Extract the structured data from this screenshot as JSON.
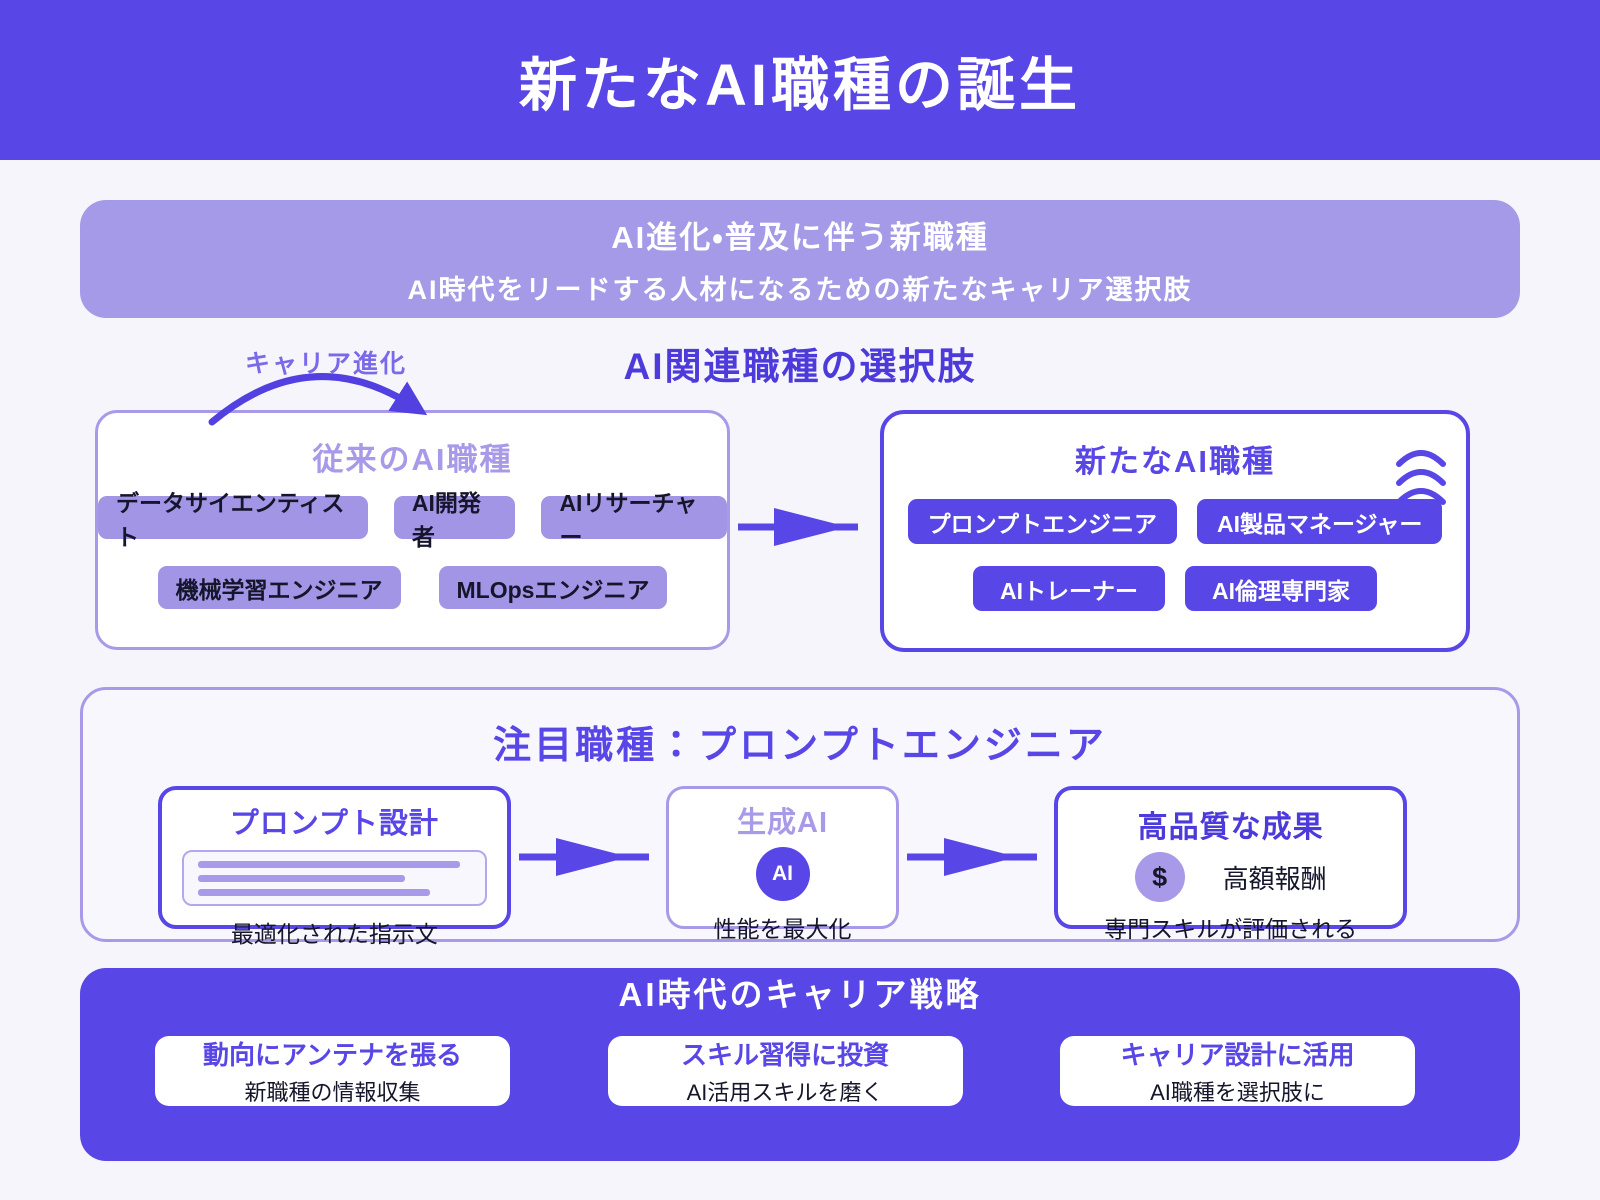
{
  "header": {
    "title": "新たなAI職種の誕生"
  },
  "banner": {
    "title": "AI進化・普及に伴う新職種",
    "subtitle": "AI時代をリードする人材になるための新たなキャリア選択肢"
  },
  "roles": {
    "career_label": "キャリア進化",
    "section_title": "AI関連職種の選択肢",
    "legacy": {
      "title": "従来のAI職種",
      "tags": [
        "データサイエンティスト",
        "AI開発者",
        "AIリサーチャー",
        "機械学習エンジニア",
        "MLOpsエンジニア"
      ]
    },
    "modern": {
      "title": "新たなAI職種",
      "tags": [
        "プロンプトエンジニア",
        "AI製品マネージャー",
        "AIトレーナー",
        "AI倫理専門家"
      ]
    }
  },
  "spotlight": {
    "title": "注目職種：プロンプトエンジニア",
    "steps": [
      {
        "title": "プロンプト設計",
        "caption": "最適化された指示文"
      },
      {
        "title": "生成AI",
        "badge": "AI",
        "caption": "性能を最大化"
      },
      {
        "title": "高品質な成果",
        "badge": "$",
        "label": "高額報酬",
        "caption": "専門スキルが評価される"
      }
    ]
  },
  "strategy": {
    "title": "AI時代のキャリア戦略",
    "cards": [
      {
        "title": "動向にアンテナを張る",
        "caption": "新職種の情報収集"
      },
      {
        "title": "スキル習得に投資",
        "caption": "AI活用スキルを磨く"
      },
      {
        "title": "キャリア設計に活用",
        "caption": "AI職種を選択肢に"
      }
    ]
  },
  "colors": {
    "primary": "#5846E6",
    "primary-deep": "#4C3ADB",
    "light": "#A49AE8",
    "tag-light": "#A295E5",
    "light-title": "#A89AE8",
    "career-label": "#7A6AE8",
    "page-bg": "#F6F5FB",
    "ink": "#15152B"
  }
}
